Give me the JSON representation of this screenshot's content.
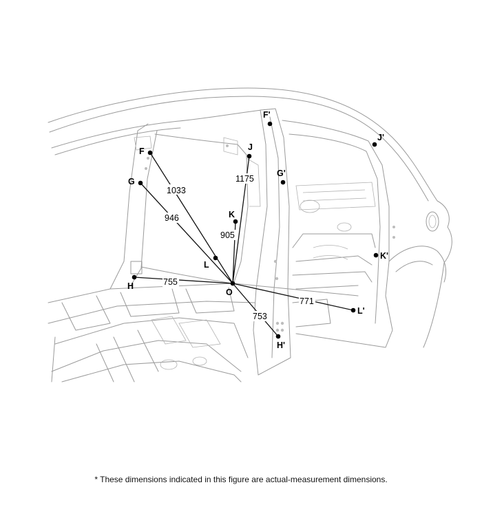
{
  "points": [
    {
      "id": "F",
      "label": "F"
    },
    {
      "id": "G",
      "label": "G"
    },
    {
      "id": "H",
      "label": "H"
    },
    {
      "id": "J",
      "label": "J"
    },
    {
      "id": "K",
      "label": "K"
    },
    {
      "id": "L",
      "label": "L"
    },
    {
      "id": "O",
      "label": "O"
    },
    {
      "id": "F2",
      "label": "F'"
    },
    {
      "id": "G2",
      "label": "G'"
    },
    {
      "id": "H2",
      "label": "H'"
    },
    {
      "id": "J2",
      "label": "J'"
    },
    {
      "id": "K2",
      "label": "K'"
    },
    {
      "id": "L2",
      "label": "L'"
    }
  ],
  "dimensions": [
    {
      "from": "O",
      "to": "F",
      "value": "1033"
    },
    {
      "from": "O",
      "to": "G",
      "value": "946"
    },
    {
      "from": "O",
      "to": "H",
      "value": "755"
    },
    {
      "from": "O",
      "to": "J",
      "value": "1175"
    },
    {
      "from": "O",
      "to": "K",
      "value": "905"
    },
    {
      "from": "O",
      "to": "L2",
      "value": "771"
    },
    {
      "from": "O",
      "to": "H2",
      "value": "753"
    }
  ],
  "footnote": "*  These dimensions indicated in this figure are actual-measurement dimensions."
}
